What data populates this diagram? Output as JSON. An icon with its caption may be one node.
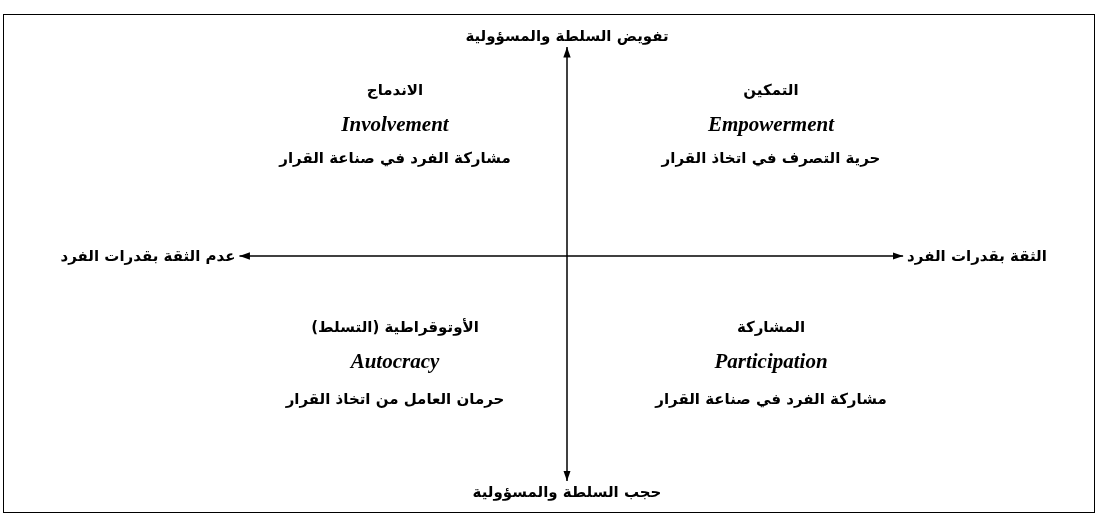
{
  "diagram": {
    "nodes": [
      {
        "text": [
          "تفويض السلطة والمسؤولية"
        ]
      },
      {
        "text": [
          "الثقة بقدرات الفرد"
        ]
      },
      {
        "text": [
          "عدم الثقة بقدرات الفرد"
        ]
      },
      {
        "text": [
          "حجب السلطة والمسؤولية"
        ]
      }
    ],
    "edges": [
      {
        "from": 3,
        "to": 0,
        "arrow": "both"
      },
      {
        "from": 2,
        "to": 1,
        "arrow": "both"
      }
    ],
    "labels": [
      "التمكين",
      "Empowerment",
      "حرية التصرف في اتخاذ القرار",
      "الاندماج",
      "Involvement",
      "مشاركة الفرد في صناعة القرار",
      "المشاركة",
      "Participation",
      "مشاركة الفرد في صناعة القرار",
      "الأوتوقراطية (التسلط)",
      "Autocracy",
      "حرمان العامل من اتخاذ القرار"
    ]
  }
}
